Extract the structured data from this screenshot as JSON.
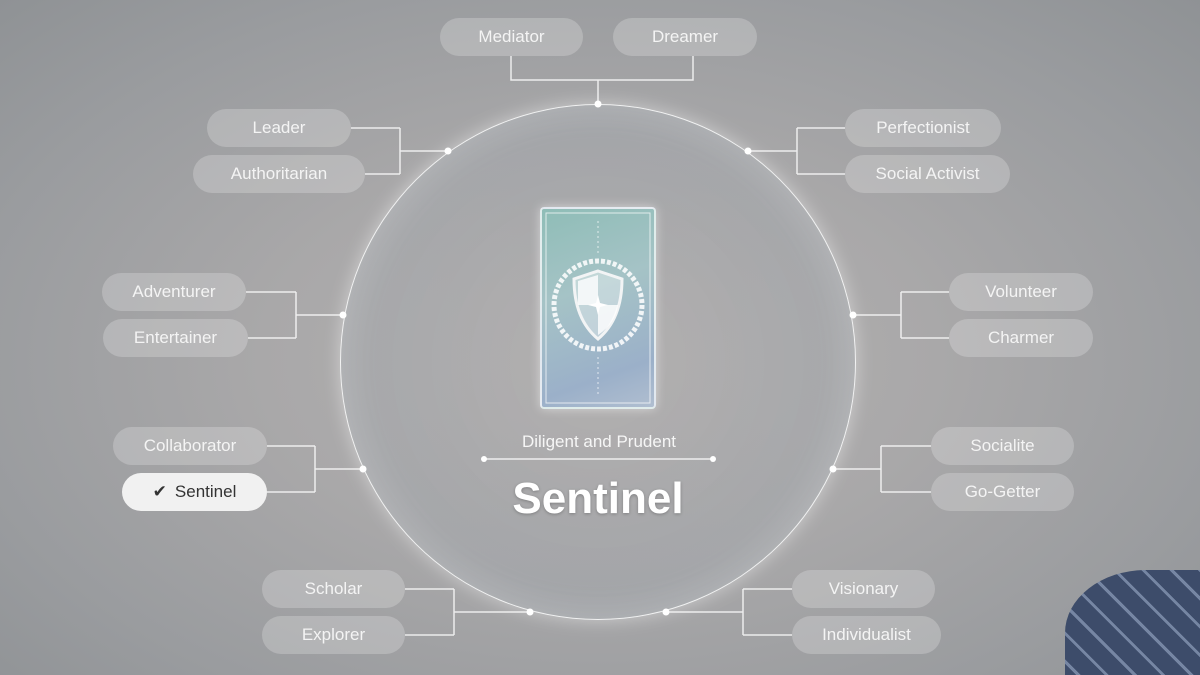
{
  "center": {
    "subtitle": "Diligent and Prudent",
    "title": "Sentinel"
  },
  "options": {
    "mediator": "Mediator",
    "dreamer": "Dreamer",
    "leader": "Leader",
    "authoritarian": "Authoritarian",
    "perfectionist": "Perfectionist",
    "social_activist": "Social Activist",
    "adventurer": "Adventurer",
    "entertainer": "Entertainer",
    "volunteer": "Volunteer",
    "charmer": "Charmer",
    "collaborator": "Collaborator",
    "sentinel": "Sentinel",
    "socialite": "Socialite",
    "go_getter": "Go-Getter",
    "scholar": "Scholar",
    "explorer": "Explorer",
    "visionary": "Visionary",
    "individualist": "Individualist"
  },
  "selected": "Sentinel"
}
